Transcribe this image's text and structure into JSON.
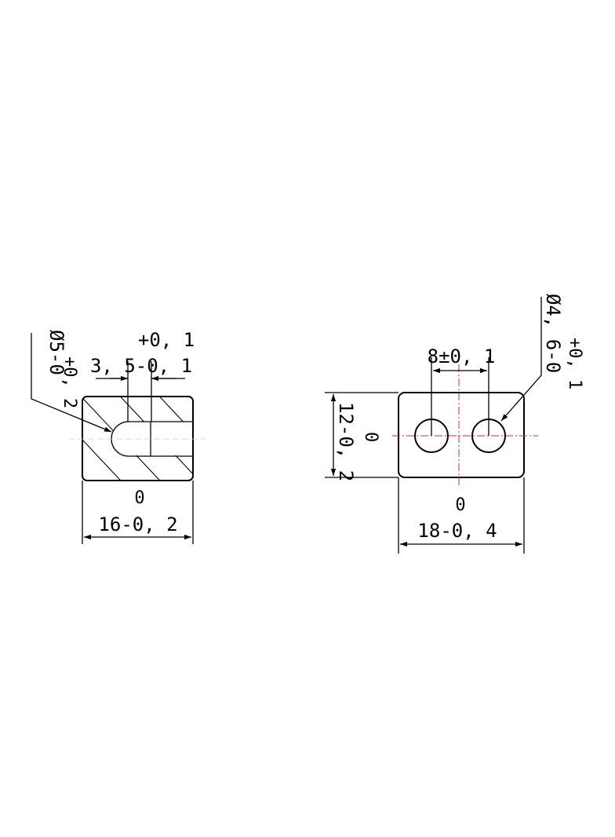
{
  "left_view": {
    "dim_width_upper": "0",
    "dim_width_lower": "16-0, 2",
    "dim_slot_upper": "+0, 1",
    "dim_slot_lower": "3, 5-0, 1",
    "dim_hole_diameter_main": "Ø5-0",
    "dim_hole_diameter_tol": "+0, 2"
  },
  "right_view": {
    "dim_spacing": "8±0, 1",
    "dim_hole_diameter_main": "Ø4, 6-0",
    "dim_hole_diameter_tol": "+0, 1",
    "dim_height_main": "12-0, 2",
    "dim_height_tol": "0",
    "dim_width_upper": "0",
    "dim_width_lower": "18-0, 4"
  },
  "colors": {
    "line": "#000000",
    "centerline": "#d92b2b"
  }
}
